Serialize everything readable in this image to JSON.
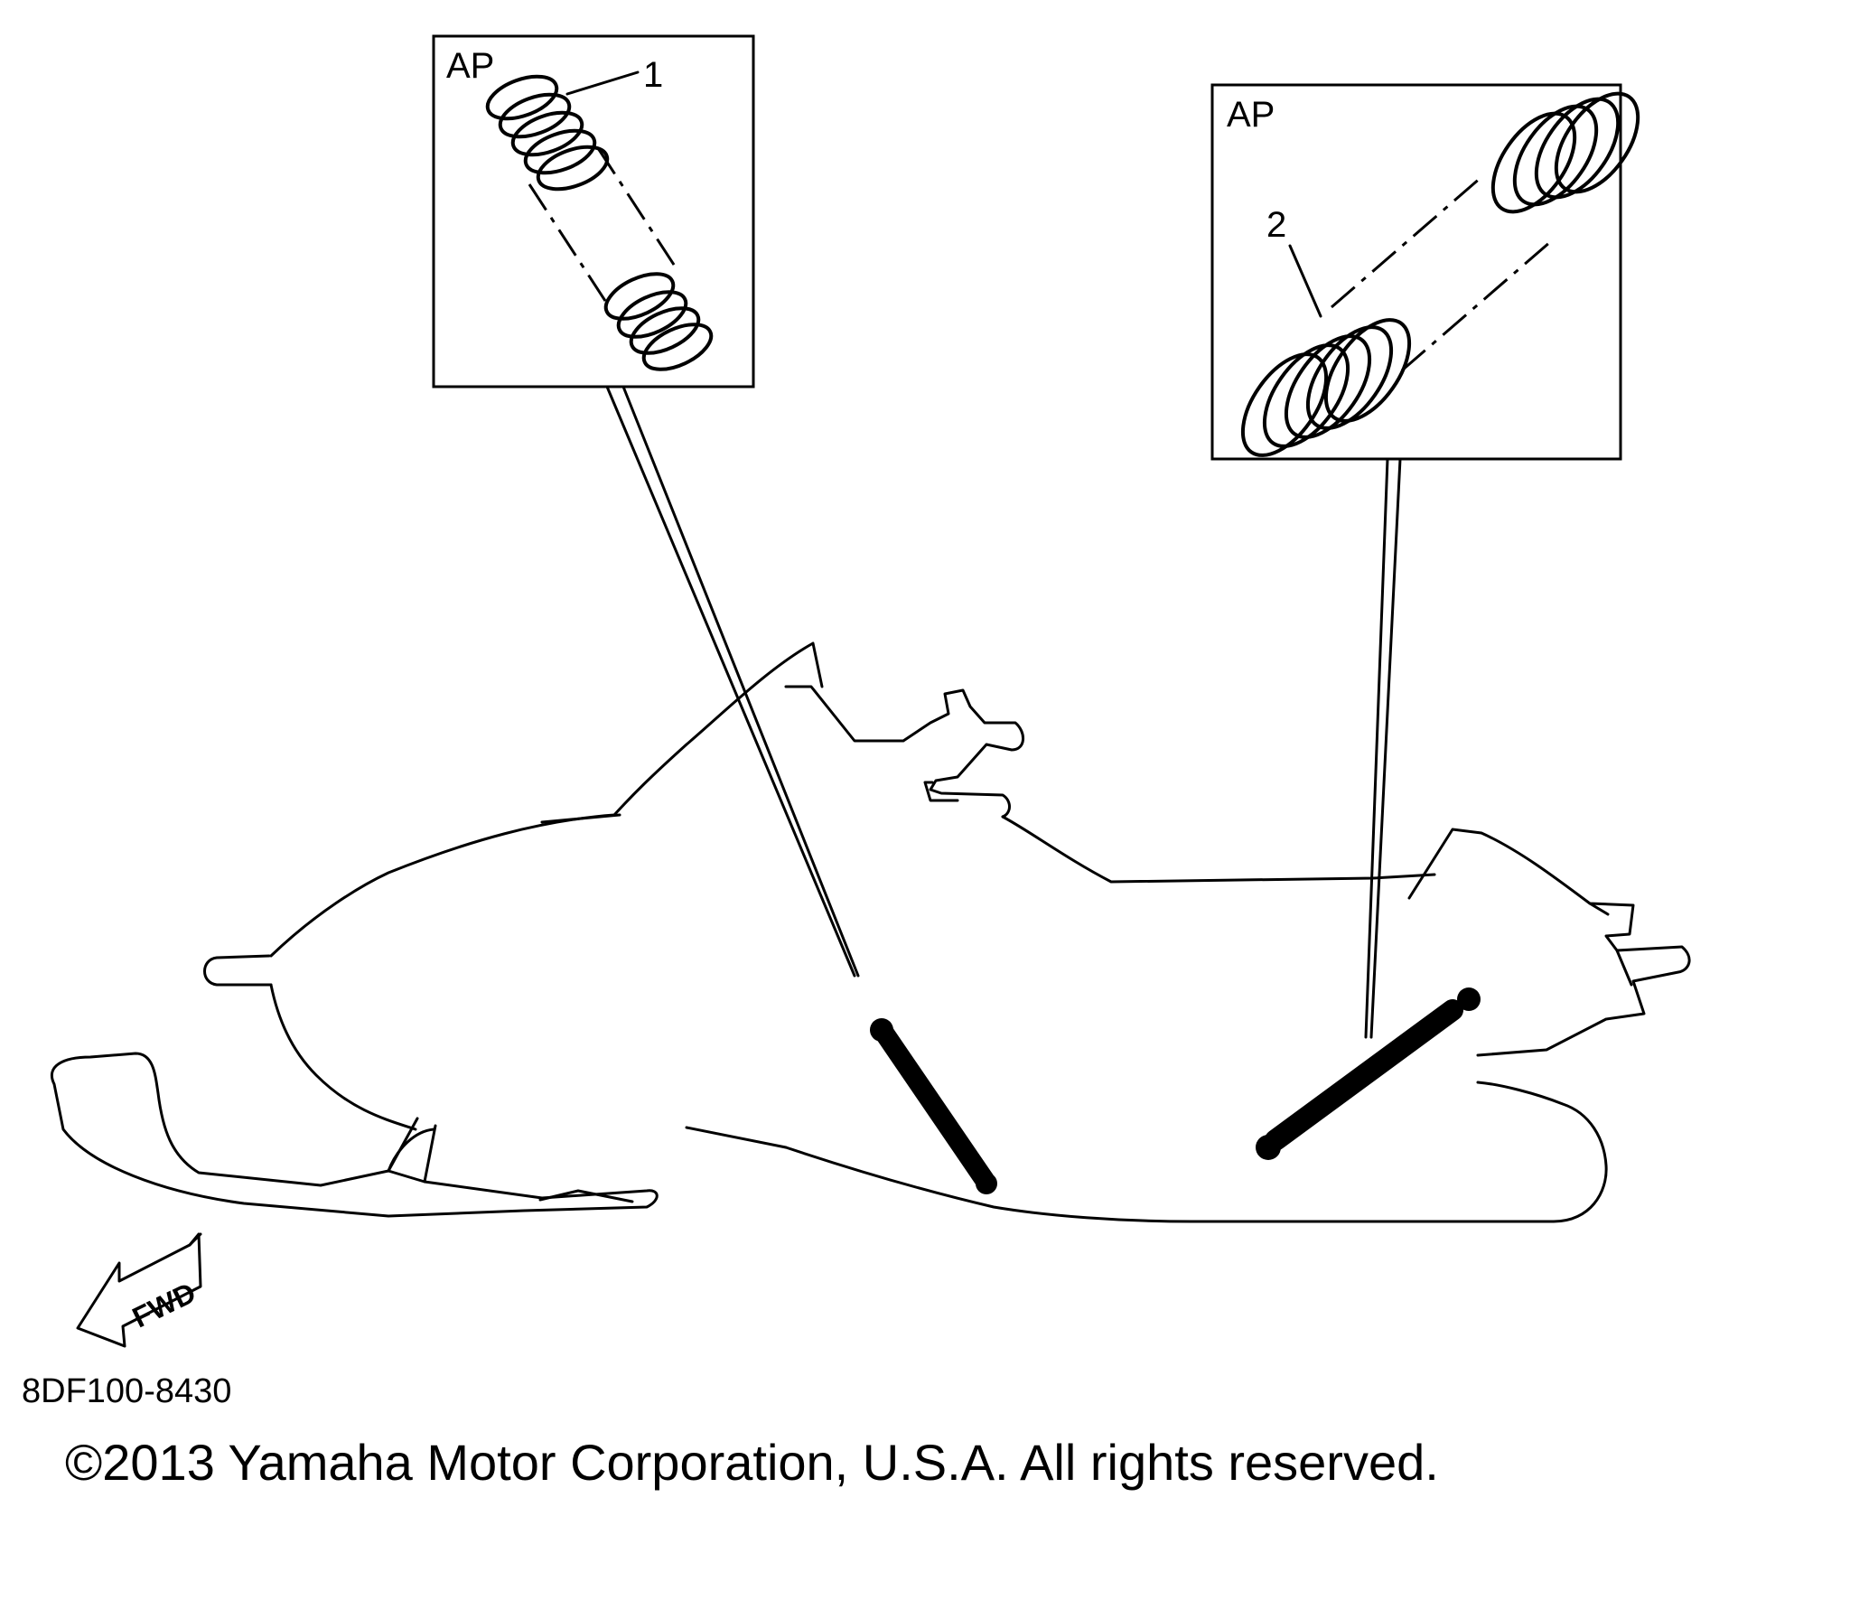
{
  "diagram": {
    "inset_left": {
      "tag": "AP",
      "callout": "1"
    },
    "inset_right": {
      "tag": "AP",
      "callout": "2"
    },
    "direction_arrow": {
      "label": "FWD",
      "icon": "left-arrow-icon"
    },
    "part_code": "8DF100-8430",
    "copyright": "©2013 Yamaha Motor Corporation, U.S.A. All rights reserved."
  }
}
